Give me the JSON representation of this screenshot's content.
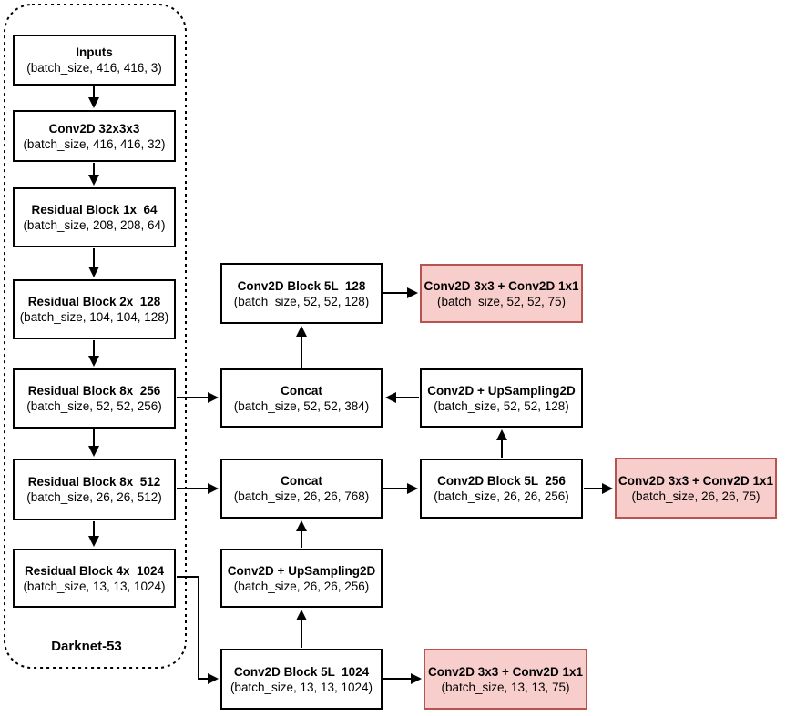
{
  "diagram": {
    "group_label": "Darknet-53",
    "colors": {
      "background": "#ffffff",
      "node_fill": "#ffffff",
      "node_border": "#000000",
      "head_fill": "#f8cecc",
      "head_border": "#b85450",
      "line": "#000000",
      "text": "#000000"
    },
    "nodes": [
      {
        "id": "inputs",
        "title": "Inputs",
        "shape": "(batch_size, 416, 416, 3)"
      },
      {
        "id": "conv2d-32x3x3",
        "title": "Conv2D 32x3x3",
        "shape": "(batch_size, 416, 416, 32)"
      },
      {
        "id": "residual-block-1x-64",
        "title": "Residual Block 1x  64",
        "shape": "(batch_size, 208, 208, 64)"
      },
      {
        "id": "residual-block-2x-128",
        "title": "Residual Block 2x  128",
        "shape": "(batch_size, 104, 104, 128)"
      },
      {
        "id": "residual-block-8x-256",
        "title": "Residual Block 8x  256",
        "shape": "(batch_size, 52, 52, 256)"
      },
      {
        "id": "residual-block-8x-512",
        "title": "Residual Block 8x  512",
        "shape": "(batch_size, 26, 26, 512)"
      },
      {
        "id": "residual-block-4x-1024",
        "title": "Residual Block 4x  1024",
        "shape": "(batch_size, 13, 13, 1024)"
      },
      {
        "id": "conv2d-block-5l-128",
        "title": "Conv2D Block 5L  128",
        "shape": "(batch_size, 52, 52, 128)"
      },
      {
        "id": "concat-52",
        "title": "Concat",
        "shape": "(batch_size, 52, 52, 384)"
      },
      {
        "id": "concat-26",
        "title": "Concat",
        "shape": "(batch_size, 26, 26, 768)"
      },
      {
        "id": "conv2d-upsampling2d-26",
        "title": "Conv2D + UpSampling2D",
        "shape": "(batch_size, 26, 26, 256)"
      },
      {
        "id": "conv2d-block-5l-1024",
        "title": "Conv2D Block 5L  1024",
        "shape": "(batch_size, 13, 13, 1024)"
      },
      {
        "id": "yolo-head-52",
        "title": "Conv2D 3x3 + Conv2D 1x1",
        "shape": "(batch_size, 52, 52, 75)"
      },
      {
        "id": "conv2d-upsampling2d-52",
        "title": "Conv2D + UpSampling2D",
        "shape": "(batch_size, 52, 52, 128)"
      },
      {
        "id": "conv2d-block-5l-256",
        "title": "Conv2D Block 5L  256",
        "shape": "(batch_size, 26, 26, 256)"
      },
      {
        "id": "yolo-head-26",
        "title": "Conv2D 3x3 + Conv2D 1x1",
        "shape": "(batch_size, 26, 26, 75)"
      },
      {
        "id": "yolo-head-13",
        "title": "Conv2D 3x3 + Conv2D 1x1",
        "shape": "(batch_size, 13, 13, 75)"
      }
    ]
  }
}
